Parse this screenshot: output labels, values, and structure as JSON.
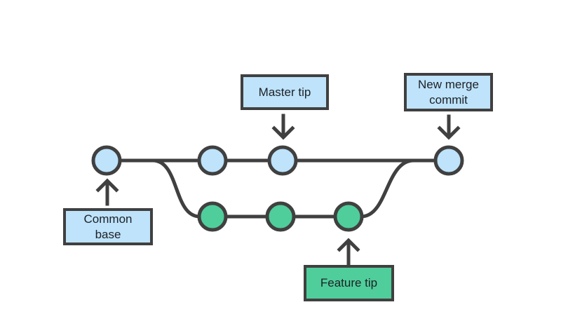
{
  "diagram": {
    "labels": {
      "master_tip": "Master tip",
      "new_merge_commit": "New merge commit",
      "common_base": "Common base",
      "feature_tip": "Feature tip"
    },
    "colors": {
      "background": "#ffffff",
      "line_stroke": "#404040",
      "master_node_fill": "#bee3fb",
      "feature_node_fill": "#4fce9b",
      "master_label_bg": "#bee3fb",
      "feature_label_bg": "#4fce9b",
      "label_border": "#404040",
      "text": "#1d2126"
    },
    "structure": {
      "master_branch_commits": 3,
      "feature_branch_commits": 3,
      "merge_commits": 1,
      "annotated_nodes": [
        "common base (first master commit)",
        "master tip (third master commit)",
        "feature tip (third feature commit)",
        "new merge commit (rightmost commit)"
      ]
    }
  }
}
